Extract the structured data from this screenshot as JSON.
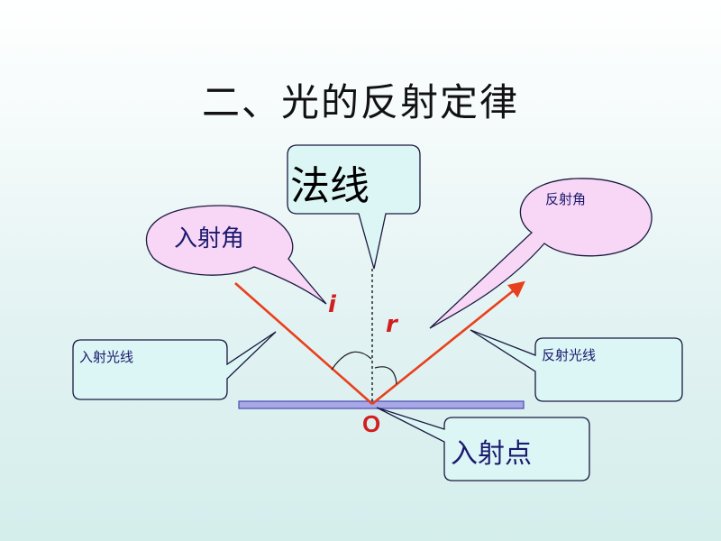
{
  "title": "二、光的反射定律",
  "labels": {
    "normal_line": "法线",
    "incident_angle": "入射角",
    "reflection_angle": "反射角",
    "incident_ray": "入射光线",
    "reflected_ray": "反射光线",
    "incident_point": "入射点",
    "angle_i": "i",
    "angle_r": "r",
    "point_o": "O"
  },
  "colors": {
    "ray": "#e8401c",
    "callout_pink_fill": "#f8d6f5",
    "callout_cyan_fill": "#dcf6f6",
    "callout_stroke": "#1a1a40",
    "mirror_fill": "#a8a8e6",
    "mirror_stroke": "#4a4ab0",
    "symbol_red": "#d21e1e"
  }
}
